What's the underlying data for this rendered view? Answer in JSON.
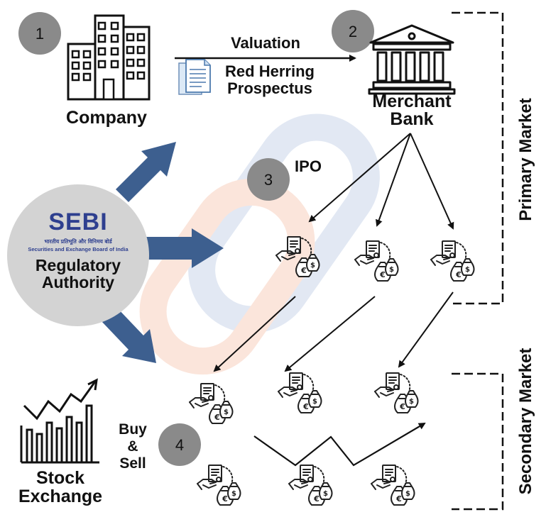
{
  "nodes": {
    "company": {
      "label": "Company",
      "step": "1"
    },
    "merchant_bank": {
      "label_line1": "Merchant",
      "label_line2": "Bank",
      "step": "2"
    },
    "ipo": {
      "label": "IPO",
      "step": "3"
    },
    "stock_exchange": {
      "label_line1": "Stock",
      "label_line2": "Exchange"
    },
    "buy_sell": {
      "line1": "Buy",
      "line2": "&",
      "line3": "Sell",
      "step": "4"
    },
    "regulator": {
      "logo_text": "SEBI",
      "hindi_text": "भारतीय प्रतिभूति और विनिमय बोर्ड",
      "english_text": "Securities and Exchange Board of India",
      "label_line1": "Regulatory",
      "label_line2": "Authority"
    }
  },
  "edges": {
    "valuation_label": "Valuation",
    "document_line1": "Red Herring",
    "document_line2": "Prospectus"
  },
  "markets": {
    "primary": "Primary Market",
    "secondary": "Secondary Market"
  },
  "colors": {
    "accent_blue": "#3d5f8f",
    "step_circle": "#8a8a8a",
    "sebi_circle": "#d3d3d3",
    "sebi_text": "#2e3f8f",
    "watermark_blue": "#dfe6f2",
    "watermark_orange": "#fbe3d8"
  },
  "icons": [
    "building-icon",
    "bank-icon",
    "document-icon",
    "investor-icon",
    "stock-chart-icon"
  ]
}
